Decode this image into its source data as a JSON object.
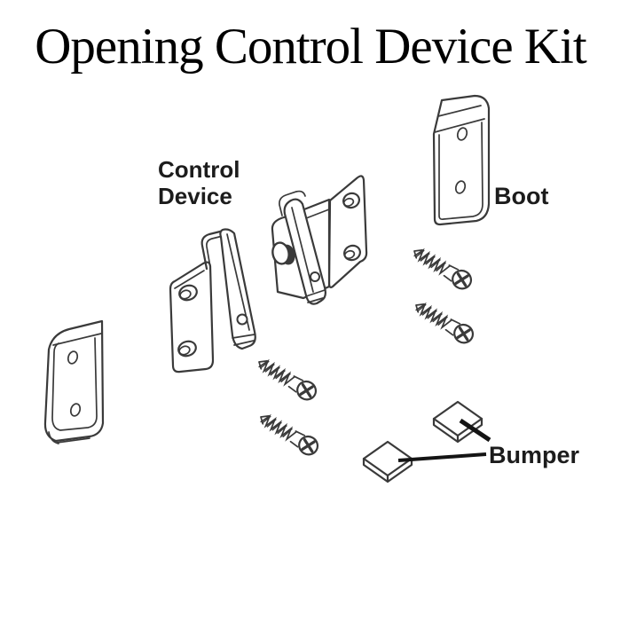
{
  "title": "Opening Control Device Kit",
  "labels": {
    "control_device_line1": "Control",
    "control_device_line2": "Device",
    "boot": "Boot",
    "bumper": "Bumper"
  },
  "diagram": {
    "type": "exploded-parts-line-illustration",
    "parts": [
      {
        "name": "control-device-latch-bracket",
        "count": 2
      },
      {
        "name": "boot-cover-plate",
        "count": 2
      },
      {
        "name": "mounting-screw",
        "count": 4
      },
      {
        "name": "bumper-pad",
        "count": 2
      }
    ]
  },
  "colors": {
    "background": "#ffffff",
    "line_art": "#3a3a3a",
    "label_text": "#1c1c1c",
    "title_text": "#000000",
    "leader_line": "#141414"
  }
}
